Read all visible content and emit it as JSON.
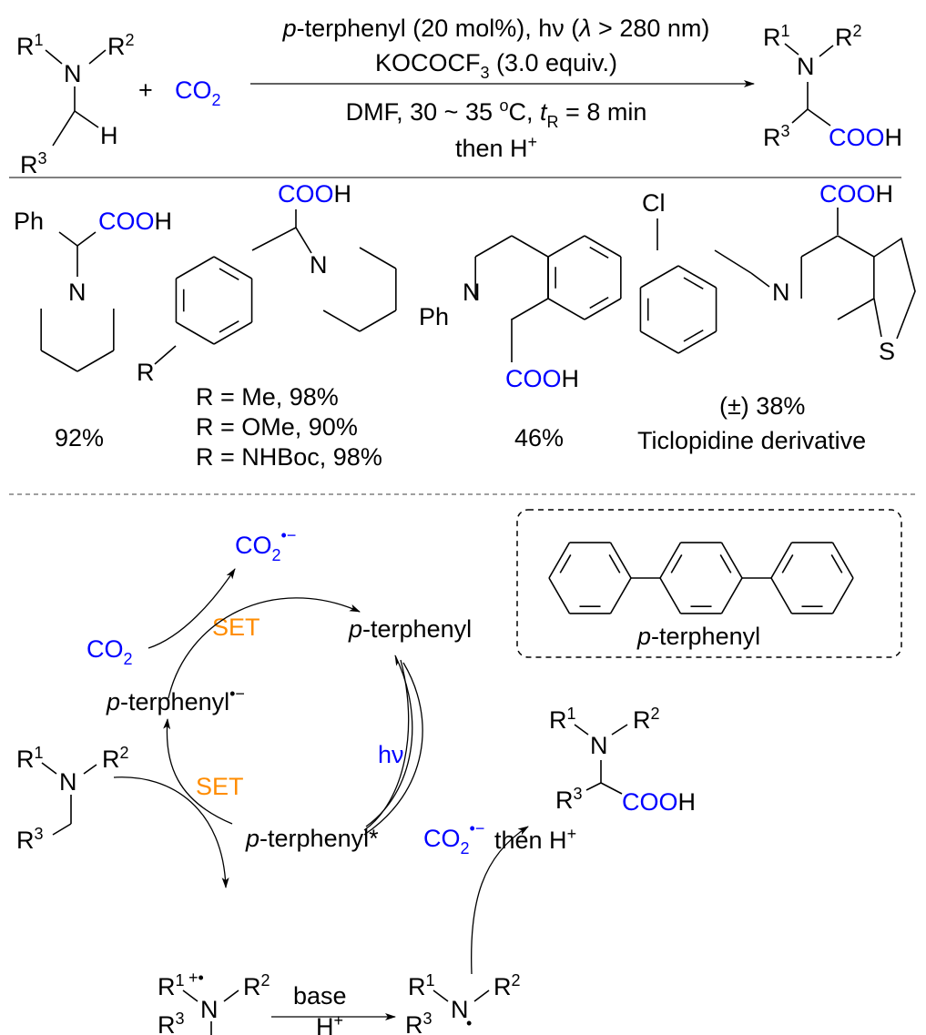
{
  "colors": {
    "reagent": "#0000ff",
    "set": "#ff8c00",
    "text": "#000000",
    "rule": "#808080"
  },
  "atoms": {
    "R": "R",
    "N": "N",
    "H": "H",
    "one": "1",
    "two": "2",
    "three": "3",
    "COO": "COO",
    "Ph": "Ph",
    "Cl": "Cl",
    "S": "S",
    "CO": "CO",
    "sub2": "2",
    "radical_anion": "•−",
    "radical_cation": "+•",
    "dot": "•",
    "plus": "+"
  },
  "scheme": {
    "cond_line1_p": "p",
    "cond_line1": "-terphenyl (20 mol%), hν (",
    "cond_lambda": "λ",
    "cond_line1_end": " > 280 nm)",
    "cond_line2": "KOCOCF",
    "cond_line2_sub": "3",
    "cond_line2_end": " (3.0 equiv.)",
    "cond_line3": "DMF, 30 ~ 35 ",
    "cond_line3_deg": "o",
    "cond_line3_mid": "C, ",
    "cond_line3_t": "t",
    "cond_line3_tsub": "R",
    "cond_line3_end": " = 8 min",
    "cond_line4": "then H",
    "cond_line4_sup": "+"
  },
  "examples": [
    {
      "yield": "92%"
    },
    {
      "yields": [
        "R = Me, 98%",
        "R = OMe, 90%",
        "R = NHBoc, 98%"
      ]
    },
    {
      "yield": "46%"
    },
    {
      "yield": "(±) 38%",
      "name": "Ticlopidine derivative"
    }
  ],
  "mechanism": {
    "p": "p",
    "terphenyl": "-terphenyl",
    "star": "*",
    "set": "SET",
    "hv": "hν",
    "then_h": "then H",
    "base": "base",
    "h": "H",
    "box_label_p": "p",
    "box_label": "-terphenyl"
  }
}
